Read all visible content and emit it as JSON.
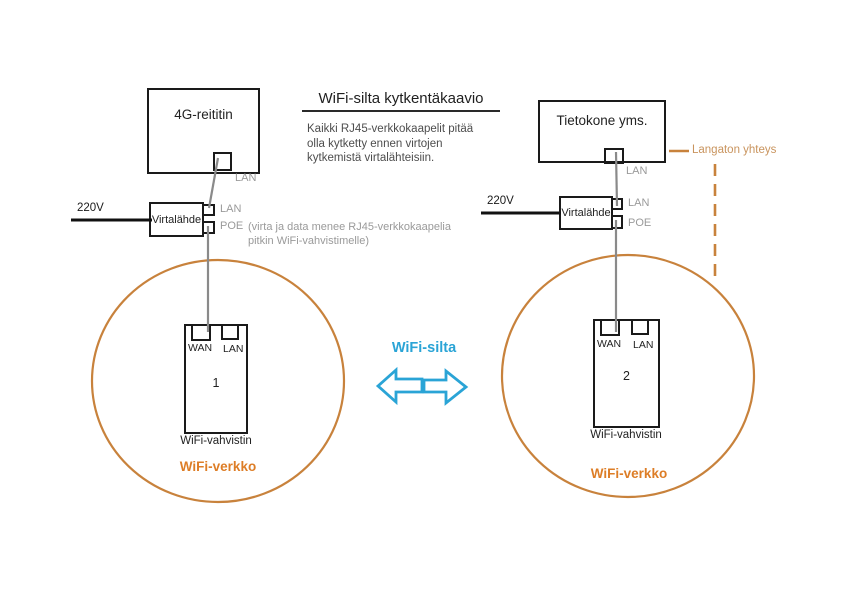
{
  "diagram": {
    "title": "WiFi-silta kytkentäkaavio",
    "note": "Kaikki RJ45-verkkokaapelit pitää olla kytketty ennen virtojen kytkemistä virtalähteisiin.",
    "bridge_label": "WiFi-silta"
  },
  "left": {
    "device_label": "4G-reititin",
    "device_port_label": "LAN",
    "voltage_label": "220V",
    "psu_label": "Virtalähde",
    "psu_lan_label": "LAN",
    "psu_poe_label": "POE",
    "psu_poe_note": "(virta ja data menee RJ45-verkkokaapelia pitkin WiFi-vahvistimelle)",
    "repeater_wan_label": "WAN",
    "repeater_lan_label": "LAN",
    "repeater_number": "1",
    "repeater_label": "WiFi-vahvistin",
    "network_label": "WiFi-verkko"
  },
  "right": {
    "device_label": "Tietokone yms.",
    "device_port_label": "LAN",
    "wireless_label": "Langaton yhteys",
    "voltage_label": "220V",
    "psu_label": "Virtalähde",
    "psu_lan_label": "LAN",
    "psu_poe_label": "POE",
    "repeater_wan_label": "WAN",
    "repeater_lan_label": "LAN",
    "repeater_number": "2",
    "repeater_label": "WiFi-vahvistin",
    "network_label": "WiFi-verkko"
  },
  "colors": {
    "orange_circle": "#c8823c",
    "orange_network_text": "#dd7d26",
    "orange_wireless_text": "#c9945e",
    "cyan_bridge": "#2aa4d6",
    "gray_label": "#9a9a9a",
    "gray_cable": "#8a8a8a"
  }
}
